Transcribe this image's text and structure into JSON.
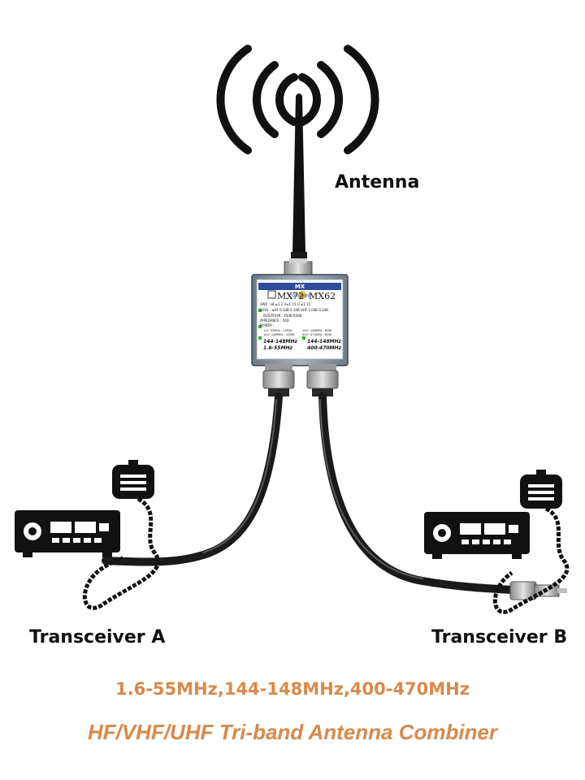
{
  "labels": {
    "antenna": "Antenna",
    "transceiver_a": "Transceiver A",
    "transceiver_b": "Transceiver B",
    "frequencies": "1.6-55MHz,144-148MHz,400-470MHz",
    "title": "HF/VHF/UHF Tri-band Antenna Combiner"
  },
  "device": {
    "brand": "MX",
    "type": "DUPLEXER",
    "model_left": "MX72",
    "model_right": "MX62",
    "swr": "SWR : HF≤1.2 V≤1.15 U ≤1.15",
    "loss": "LOSS : ≤HF  0.1dB  0.1dB  VHF  1.0dB  0.1dB",
    "isolation": "ISOLATION : 45dB  60dB",
    "impedance": "IMPEDANCE : 50Ω",
    "power_label": "POWER :",
    "power_1": "1.6~55MHz : 100W",
    "power_2": "144~148MHz : 60W",
    "power_3": "144~148MHz : 100W",
    "power_4": "400~470MHz : 60W",
    "port_left_1": "144-148MHz",
    "port_left_2": "1.6-55MHz",
    "port_right_1": "144-148MHz",
    "port_right_2": "400-470MHz"
  },
  "colors": {
    "accent": "#d9894a",
    "icon": "#111111",
    "box": "#7f8a96"
  },
  "icons": [
    "radio-waves-icon",
    "antenna-whip-icon",
    "transceiver-icon",
    "microphone-icon"
  ]
}
